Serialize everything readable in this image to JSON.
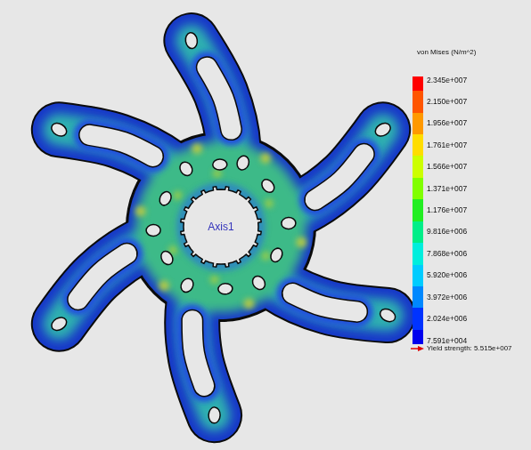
{
  "diagram": {
    "labels": [
      "von Mises (N/m^2)",
      "Axis1",
      "Yield strength: 5.515e+007"
    ],
    "legend": [
      {
        "text": "2.345e+007",
        "color": "#ff0000"
      },
      {
        "text": "2.150e+007",
        "color": "#ff5500"
      },
      {
        "text": "1.956e+007",
        "color": "#ff9900"
      },
      {
        "text": "1.761e+007",
        "color": "#ffdd00"
      },
      {
        "text": "1.566e+007",
        "color": "#ccff00"
      },
      {
        "text": "1.371e+007",
        "color": "#80ff00"
      },
      {
        "text": "1.176e+007",
        "color": "#22ee22"
      },
      {
        "text": "9.816e+006",
        "color": "#00ee88"
      },
      {
        "text": "7.868e+006",
        "color": "#00eedd"
      },
      {
        "text": "5.920e+006",
        "color": "#00ccff"
      },
      {
        "text": "3.972e+006",
        "color": "#0088ff"
      },
      {
        "text": "2.024e+006",
        "color": "#0033ff"
      },
      {
        "text": "7.591e+004",
        "color": "#0000ee"
      }
    ]
  }
}
